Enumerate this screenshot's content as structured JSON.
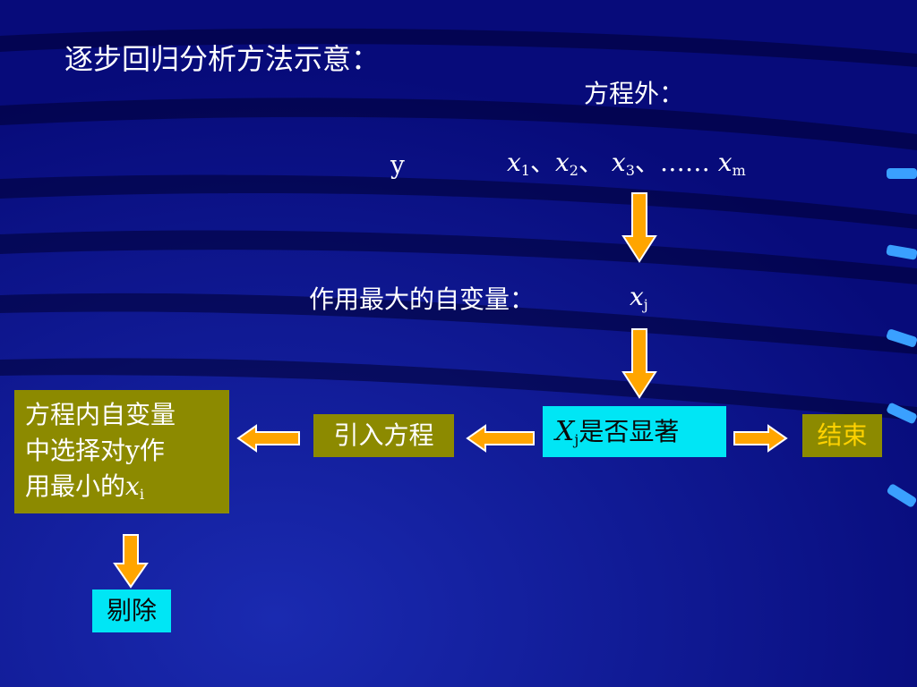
{
  "slide": {
    "title": "逐步回归分析方法示意：",
    "outside_label": "方程外：",
    "y_var": "y",
    "x_vars": {
      "x1_base": "x",
      "x1_sub": "1",
      "sep1": "、",
      "x2_base": "x",
      "x2_sub": "2",
      "sep2": "、 ",
      "x3_base": "x",
      "x3_sub": "3",
      "sep3": "、…… ",
      "xm_base": "x",
      "xm_sub": "m"
    },
    "max_effect_label": "作用最大的自变量：",
    "xj": {
      "base": "x",
      "sub": "j"
    },
    "significance_box": {
      "base": "X",
      "sub": "j",
      "text": "是否显著"
    },
    "introduce_box": "引入方程",
    "end_box": "结束",
    "select_box": {
      "line1": "方程内自变量",
      "line2": "中选择对y作",
      "line3": "用最小的",
      "xi_base": "x",
      "xi_sub": "i"
    },
    "remove_box": "剔除"
  },
  "colors": {
    "background": "#0a0f8c",
    "text": "#ffffff",
    "olive_box": "#8c8a00",
    "cyan_box": "#00e6f5",
    "end_text": "#ffd200",
    "arrow_fill": "#ffa500",
    "arrow_stroke": "#ffffff"
  }
}
